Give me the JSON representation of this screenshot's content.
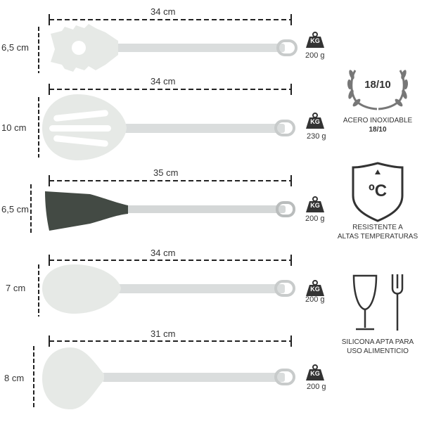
{
  "utensils": [
    {
      "name": "spaghetti-server",
      "length": "34 cm",
      "width": "6,5 cm",
      "weight": "200 g",
      "kg": "KG"
    },
    {
      "name": "slotted-turner",
      "length": "34 cm",
      "width": "10 cm",
      "weight": "230 g",
      "kg": "KG"
    },
    {
      "name": "spatula",
      "length": "35 cm",
      "width": "6,5 cm",
      "weight": "200 g",
      "kg": "KG"
    },
    {
      "name": "spoon",
      "length": "34 cm",
      "width": "7 cm",
      "weight": "200 g",
      "kg": "KG"
    },
    {
      "name": "ladle",
      "length": "31 cm",
      "width": "8 cm",
      "weight": "200 g",
      "kg": "KG"
    }
  ],
  "badges": {
    "steel": {
      "value": "18/10",
      "line1": "ACERO INOXIDABLE",
      "line2": "18/10"
    },
    "heat": {
      "unit": "ºC",
      "line1": "RESISTENTE A",
      "line2": "ALTAS TEMPERATURAS"
    },
    "food": {
      "line1": "SILICONA APTA PARA",
      "line2": "USO ALIMENTICIO"
    }
  },
  "colors": {
    "silicone_light": "#e6e9e6",
    "silicone_dark": "#434a44",
    "steel": "#d9dcdc",
    "dim": "#222222"
  }
}
